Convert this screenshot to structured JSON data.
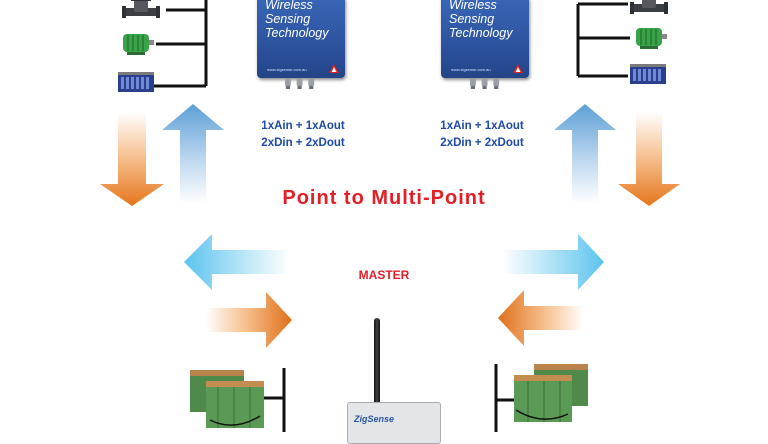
{
  "title": "Point to Multi-Point",
  "master_label": "MASTER",
  "devices": {
    "left": {
      "text": [
        "Wireless",
        "Sensing",
        "Technology"
      ],
      "io_line1": "1xAin + 1xAout",
      "io_line2": "2xDin + 2xDout",
      "url": "www.zigsense.com.au"
    },
    "right": {
      "text": [
        "Wireless",
        "Sensing",
        "Technology"
      ],
      "io_line1": "1xAin + 1xAout",
      "io_line2": "2xDin + 2xDout",
      "url": "www.zigsense.com.au"
    }
  },
  "master_device": {
    "brand": "ZigSense"
  },
  "icons": {
    "left": [
      "valve-icon",
      "motor-icon",
      "plc-icon"
    ],
    "right": [
      "valve-icon",
      "motor-icon",
      "plc-icon"
    ]
  },
  "colors": {
    "title_red": "#e31e24",
    "io_blue": "#1e4aa8",
    "device_blue": "#2a4f9a",
    "arrow_orange": "#e8801f",
    "arrow_blue": "#6aaee0",
    "arrow_cyan": "#66c9f0"
  }
}
